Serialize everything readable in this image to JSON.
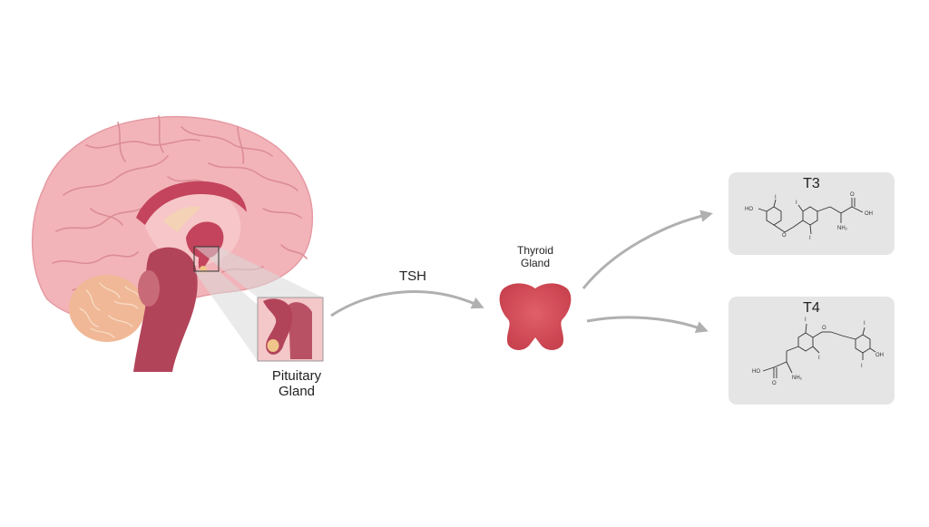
{
  "labels": {
    "pituitary_line1": "Pituitary",
    "pituitary_line2": "Gland",
    "tsh": "TSH",
    "thyroid_line1": "Thyroid",
    "thyroid_line2": "Gland"
  },
  "hormones": [
    {
      "title": "T3",
      "atoms": {
        "ho": "HO",
        "i1": "I",
        "i2": "I",
        "i3": "I",
        "nh2": "NH₂",
        "oh": "OH",
        "o_acid": "O",
        "o_ether": "O"
      }
    },
    {
      "title": "T4",
      "atoms": {
        "ho": "HO",
        "i1": "I",
        "i2": "I",
        "i3": "I",
        "i4": "I",
        "nh2": "NH₂",
        "oh": "OH",
        "o_acid": "O",
        "o_ether": "O"
      }
    }
  ],
  "colors": {
    "brain": "#f2b4b9",
    "brain_fold": "#dc8d96",
    "cerebellum": "#f0b896",
    "brainstem": "#b2445a",
    "corpus_callosum": "#c3445c",
    "thyroid": "#cf4a5b",
    "arrow": "#b0b0b0",
    "box": "#e5e5e5"
  }
}
